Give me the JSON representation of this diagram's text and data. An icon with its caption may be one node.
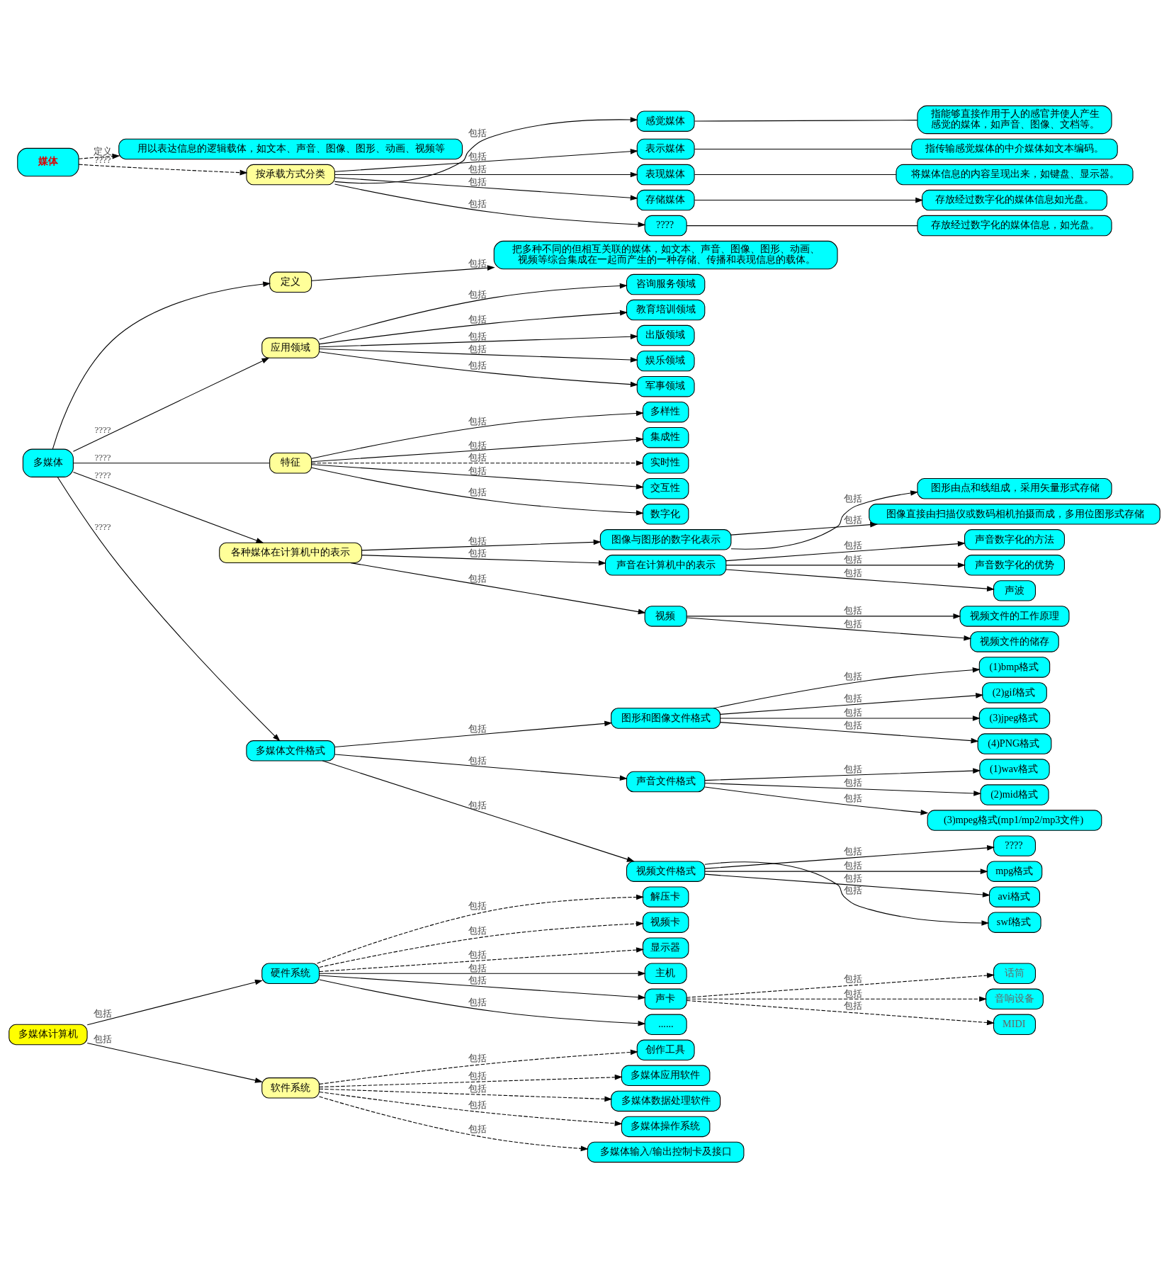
{
  "diagram": {
    "nodes": [
      {
        "text": [
          "媒体"
        ]
      },
      {
        "text": [
          "用以表达信息的逻辑载体，如文本、声音、图像、图形、动画、视频等"
        ]
      },
      {
        "text": [
          "按承载方式分类"
        ]
      },
      {
        "text": [
          "感觉媒体"
        ]
      },
      {
        "text": [
          "指能够直接作用于人的感官并使人产生感觉的媒体，如声音、图像、文档等。"
        ]
      },
      {
        "text": [
          "表示媒体"
        ]
      },
      {
        "text": [
          "指传输感觉媒体的中介媒体如文本编码。"
        ]
      },
      {
        "text": [
          "表现媒体"
        ]
      },
      {
        "text": [
          "将媒体信息的内容呈现出来，如键盘、显示器。"
        ]
      },
      {
        "text": [
          "存储媒体"
        ]
      },
      {
        "text": [
          "存放经过数字化的媒体信息如光盘。"
        ]
      },
      {
        "text": [
          "????"
        ]
      },
      {
        "text": [
          "存放经过数字化的媒体信息，如光盘。"
        ]
      },
      {
        "text": [
          "多媒体"
        ]
      },
      {
        "text": [
          "定义"
        ]
      },
      {
        "text": [
          "把多种不同的但相互关联的媒体，如文本、声音、图像、图形、动画、视频等综合集成在一起而产生的一种存储、传播和表现信息的载体。"
        ]
      },
      {
        "text": [
          "应用领域"
        ]
      },
      {
        "text": [
          "咨询服务领域"
        ]
      },
      {
        "text": [
          "教育培训领域"
        ]
      },
      {
        "text": [
          "出版领域"
        ]
      },
      {
        "text": [
          "娱乐领域"
        ]
      },
      {
        "text": [
          "军事领域"
        ]
      },
      {
        "text": [
          "特征"
        ]
      },
      {
        "text": [
          "多样性"
        ]
      },
      {
        "text": [
          "集成性"
        ]
      },
      {
        "text": [
          "实时性"
        ]
      },
      {
        "text": [
          "交互性"
        ]
      },
      {
        "text": [
          "数字化"
        ]
      },
      {
        "text": [
          "各种媒体在计算机中的表示"
        ]
      },
      {
        "text": [
          "图像与图形的数字化表示"
        ]
      },
      {
        "text": [
          "图形由点和线组成，采用矢量形式存储"
        ]
      },
      {
        "text": [
          "图像直接由扫描仪或数码相机拍摄而成，多用位图形式存储"
        ]
      },
      {
        "text": [
          "声音在计算机中的表示"
        ]
      },
      {
        "text": [
          "声音数字化的方法"
        ]
      },
      {
        "text": [
          "声音数字化的优势"
        ]
      },
      {
        "text": [
          "声波"
        ]
      },
      {
        "text": [
          "视频"
        ]
      },
      {
        "text": [
          "视频文件的工作原理"
        ]
      },
      {
        "text": [
          "视频文件的储存"
        ]
      },
      {
        "text": [
          "多媒体文件格式"
        ]
      },
      {
        "text": [
          "图形和图像文件格式"
        ]
      },
      {
        "text": [
          "(1)bmp格式"
        ]
      },
      {
        "text": [
          "(2)gif格式"
        ]
      },
      {
        "text": [
          "(3)jpeg格式"
        ]
      },
      {
        "text": [
          "(4)PNG格式"
        ]
      },
      {
        "text": [
          "声音文件格式"
        ]
      },
      {
        "text": [
          "(1)wav格式"
        ]
      },
      {
        "text": [
          "(2)mid格式"
        ]
      },
      {
        "text": [
          "(3)mpeg格式(mp1/mp2/mp3文件)"
        ]
      },
      {
        "text": [
          "视频文件格式"
        ]
      },
      {
        "text": [
          "????"
        ]
      },
      {
        "text": [
          "mpg格式"
        ]
      },
      {
        "text": [
          "avi格式"
        ]
      },
      {
        "text": [
          "swf格式"
        ]
      },
      {
        "text": [
          "多媒体计算机"
        ]
      },
      {
        "text": [
          "硬件系统"
        ]
      },
      {
        "text": [
          "解压卡"
        ]
      },
      {
        "text": [
          "视频卡"
        ]
      },
      {
        "text": [
          "显示器"
        ]
      },
      {
        "text": [
          "主机"
        ]
      },
      {
        "text": [
          "声卡"
        ]
      },
      {
        "text": [
          "话筒"
        ]
      },
      {
        "text": [
          "音响设备"
        ]
      },
      {
        "text": [
          "MIDI"
        ]
      },
      {
        "text": [
          "......"
        ]
      },
      {
        "text": [
          "软件系统"
        ]
      },
      {
        "text": [
          "创作工具"
        ]
      },
      {
        "text": [
          "多媒体应用软件"
        ]
      },
      {
        "text": [
          "多媒体数据处理软件"
        ]
      },
      {
        "text": [
          "多媒体操作系统"
        ]
      },
      {
        "text": [
          "多媒体输入/输出控制卡及接口"
        ]
      }
    ],
    "edges": [
      {
        "from": 0,
        "to": 1,
        "arrow": "to",
        "label": "定义",
        "style": "dashed"
      },
      {
        "from": 0,
        "to": 2,
        "arrow": "to",
        "label": "????",
        "style": "dashed"
      },
      {
        "from": 2,
        "to": 3,
        "arrow": "to",
        "label": "包括"
      },
      {
        "from": 2,
        "to": 5,
        "arrow": "to",
        "label": "包括"
      },
      {
        "from": 2,
        "to": 7,
        "arrow": "to",
        "label": "包括"
      },
      {
        "from": 2,
        "to": 9,
        "arrow": "to",
        "label": "包括"
      },
      {
        "from": 2,
        "to": 11,
        "arrow": "to",
        "label": "包括"
      },
      {
        "from": 3,
        "to": 4,
        "arrow": "none"
      },
      {
        "from": 5,
        "to": 6,
        "arrow": "none"
      },
      {
        "from": 7,
        "to": 8,
        "arrow": "none"
      },
      {
        "from": 9,
        "to": 10,
        "arrow": "to"
      },
      {
        "from": 11,
        "to": 12,
        "arrow": "none"
      },
      {
        "from": 13,
        "to": 14,
        "arrow": "to"
      },
      {
        "from": 14,
        "to": 15,
        "arrow": "to",
        "label": "包括"
      },
      {
        "from": 13,
        "to": 16,
        "arrow": "to",
        "label": "????"
      },
      {
        "from": 16,
        "to": 17,
        "arrow": "to",
        "label": "包括"
      },
      {
        "from": 16,
        "to": 18,
        "arrow": "to",
        "label": "包括"
      },
      {
        "from": 16,
        "to": 19,
        "arrow": "to",
        "label": "包括"
      },
      {
        "from": 16,
        "to": 20,
        "arrow": "to",
        "label": "包括"
      },
      {
        "from": 16,
        "to": 21,
        "arrow": "to",
        "label": "包括"
      },
      {
        "from": 13,
        "to": 22,
        "arrow": "none",
        "label": "????"
      },
      {
        "from": 22,
        "to": 23,
        "arrow": "to",
        "label": "包括"
      },
      {
        "from": 22,
        "to": 24,
        "arrow": "to",
        "label": "包括"
      },
      {
        "from": 22,
        "to": 25,
        "arrow": "to",
        "label": "包括",
        "style": "dashed"
      },
      {
        "from": 22,
        "to": 26,
        "arrow": "to",
        "label": "包括"
      },
      {
        "from": 22,
        "to": 27,
        "arrow": "to",
        "label": "包括"
      },
      {
        "from": 13,
        "to": 28,
        "arrow": "to",
        "label": "????"
      },
      {
        "from": 28,
        "to": 29,
        "arrow": "to",
        "label": "包括"
      },
      {
        "from": 29,
        "to": 30,
        "arrow": "to",
        "label": "包括"
      },
      {
        "from": 29,
        "to": 31,
        "arrow": "to",
        "label": "包括"
      },
      {
        "from": 28,
        "to": 32,
        "arrow": "to",
        "label": "包括"
      },
      {
        "from": 32,
        "to": 33,
        "arrow": "to",
        "label": "包括"
      },
      {
        "from": 32,
        "to": 34,
        "arrow": "to",
        "label": "包括"
      },
      {
        "from": 32,
        "to": 35,
        "arrow": "to",
        "label": "包括"
      },
      {
        "from": 28,
        "to": 36,
        "arrow": "to",
        "label": "包括"
      },
      {
        "from": 36,
        "to": 37,
        "arrow": "to",
        "label": "包括"
      },
      {
        "from": 36,
        "to": 38,
        "arrow": "to",
        "label": "包括"
      },
      {
        "from": 13,
        "to": 39,
        "arrow": "to",
        "label": "????"
      },
      {
        "from": 39,
        "to": 40,
        "arrow": "to",
        "label": "包括"
      },
      {
        "from": 40,
        "to": 41,
        "arrow": "to",
        "label": "包括"
      },
      {
        "from": 40,
        "to": 42,
        "arrow": "to",
        "label": "包括"
      },
      {
        "from": 40,
        "to": 43,
        "arrow": "to",
        "label": "包括"
      },
      {
        "from": 40,
        "to": 44,
        "arrow": "to",
        "label": "包括"
      },
      {
        "from": 39,
        "to": 45,
        "arrow": "to",
        "label": "包括"
      },
      {
        "from": 45,
        "to": 46,
        "arrow": "to",
        "label": "包括"
      },
      {
        "from": 45,
        "to": 47,
        "arrow": "to",
        "label": "包括"
      },
      {
        "from": 45,
        "to": 48,
        "arrow": "to",
        "label": "包括"
      },
      {
        "from": 39,
        "to": 49,
        "arrow": "to",
        "label": "包括"
      },
      {
        "from": 49,
        "to": 50,
        "arrow": "to",
        "label": "包括"
      },
      {
        "from": 49,
        "to": 51,
        "arrow": "to",
        "label": "包括"
      },
      {
        "from": 49,
        "to": 52,
        "arrow": "to",
        "label": "包括"
      },
      {
        "from": 49,
        "to": 53,
        "arrow": "to",
        "label": "包括"
      },
      {
        "from": 54,
        "to": 55,
        "arrow": "to",
        "label": "包括"
      },
      {
        "from": 54,
        "to": 65,
        "arrow": "to",
        "label": "包括"
      },
      {
        "from": 55,
        "to": 56,
        "arrow": "to",
        "label": "包括",
        "style": "dashed"
      },
      {
        "from": 55,
        "to": 57,
        "arrow": "to",
        "label": "包括",
        "style": "dashed"
      },
      {
        "from": 55,
        "to": 58,
        "arrow": "to",
        "label": "包括",
        "style": "dashed"
      },
      {
        "from": 55,
        "to": 59,
        "arrow": "to",
        "label": "包括"
      },
      {
        "from": 55,
        "to": 60,
        "arrow": "to",
        "label": "包括"
      },
      {
        "from": 55,
        "to": 64,
        "arrow": "to",
        "label": "包括"
      },
      {
        "from": 60,
        "to": 61,
        "arrow": "to",
        "label": "包括",
        "style": "dashed"
      },
      {
        "from": 60,
        "to": 62,
        "arrow": "to",
        "label": "包括",
        "style": "dashed"
      },
      {
        "from": 60,
        "to": 63,
        "arrow": "to",
        "label": "包括",
        "style": "dashed"
      },
      {
        "from": 65,
        "to": 66,
        "arrow": "to",
        "label": "包括",
        "style": "dashed"
      },
      {
        "from": 65,
        "to": 67,
        "arrow": "to",
        "label": "包括",
        "style": "dashed"
      },
      {
        "from": 65,
        "to": 68,
        "arrow": "to",
        "label": "包括",
        "style": "dashed"
      },
      {
        "from": 65,
        "to": 69,
        "arrow": "to",
        "label": "包括",
        "style": "dashed"
      },
      {
        "from": 65,
        "to": 70,
        "arrow": "to",
        "label": "包括",
        "style": "dashed"
      }
    ]
  }
}
